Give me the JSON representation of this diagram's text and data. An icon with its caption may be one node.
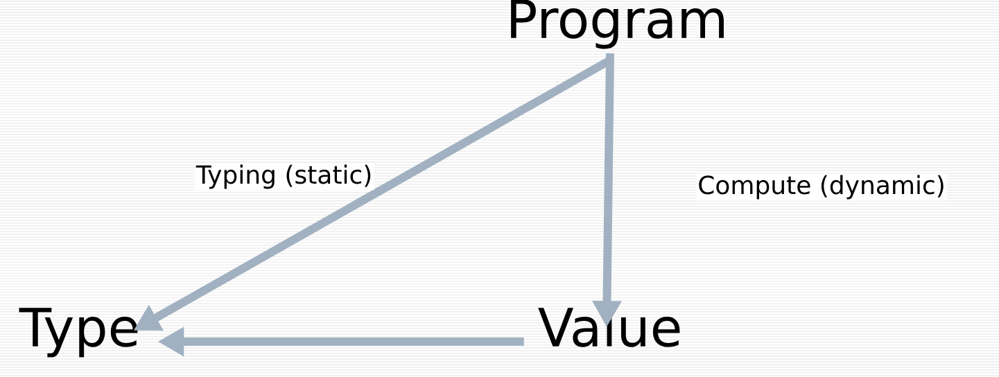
{
  "diagram": {
    "nodes": [
      {
        "text": [
          "Program"
        ]
      },
      {
        "text": [
          "Type"
        ]
      },
      {
        "text": [
          "Value"
        ]
      }
    ],
    "edges": [
      {
        "from": 0,
        "to": 1,
        "arrow": "to",
        "label": "Typing (static)"
      },
      {
        "from": 0,
        "to": 2,
        "arrow": "to",
        "label": "Compute (dynamic)"
      },
      {
        "from": 2,
        "to": 1,
        "arrow": "to"
      }
    ]
  }
}
